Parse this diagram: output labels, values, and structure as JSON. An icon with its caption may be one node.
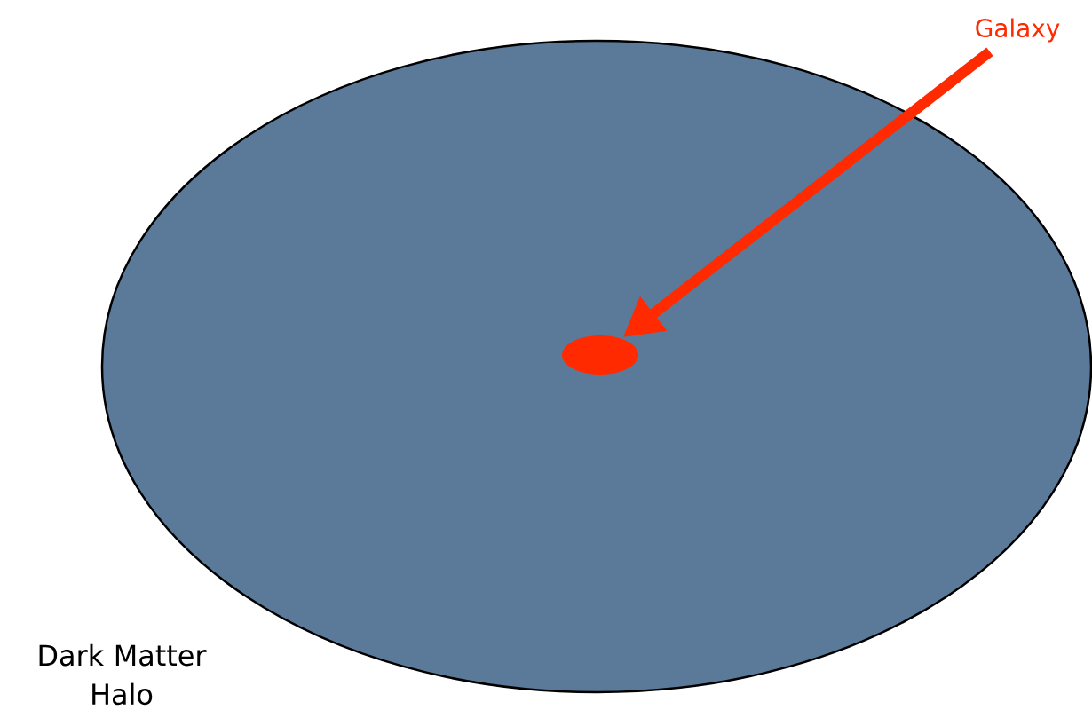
{
  "diagram": {
    "nodes": [
      {
        "text": [
          "Dark Matter Halo"
        ]
      },
      {
        "text": [],
        "shape": "ellipse",
        "in": 0
      },
      {
        "text": [
          "Galaxy"
        ]
      }
    ],
    "edges": [
      {
        "from": 2,
        "to": 1,
        "arrow": "to"
      }
    ]
  }
}
